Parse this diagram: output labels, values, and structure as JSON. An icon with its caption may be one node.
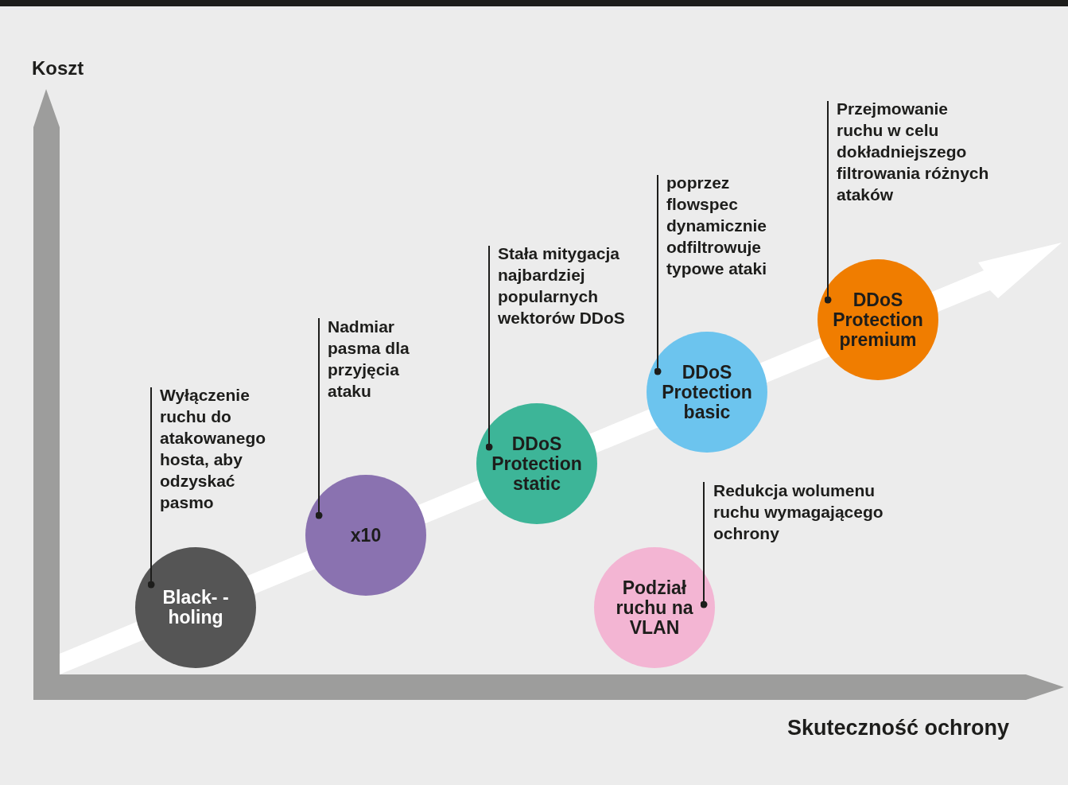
{
  "diagram": {
    "nodes": [
      {
        "text": [
          "Wyłączenie ruchu do atakowanego hosta, aby odzyskać pasmo"
        ]
      },
      {
        "text": [
          "Black- -holing"
        ]
      },
      {
        "text": [
          "Nadmiar pasma dla przyjęcia ataku"
        ]
      },
      {
        "text": [
          "x10"
        ]
      },
      {
        "text": [
          "Stała mitygacja najbardziej popularnych wektorów DDoS"
        ]
      },
      {
        "text": [
          "DDoS Protection static"
        ]
      },
      {
        "text": [
          "poprzez flowspec dynamicznie odfiltrowuje typowe ataki"
        ]
      },
      {
        "text": [
          "DDoS Protection basic"
        ]
      },
      {
        "text": [
          "Redukcja wolumenu ruchu wymagającego ochrony"
        ]
      },
      {
        "text": [
          "Podział ruchu na VLAN"
        ]
      },
      {
        "text": [
          "Przejmowanie ruchu w celu dokładniejszego filtrowania różnych ataków"
        ]
      },
      {
        "text": [
          "DDoS Protection premium"
        ]
      }
    ],
    "edges": [
      {
        "from": 0,
        "to": 1,
        "arrow": "other"
      },
      {
        "from": 2,
        "to": 3,
        "arrow": "other"
      },
      {
        "from": 4,
        "to": 5,
        "arrow": "other"
      },
      {
        "from": 6,
        "to": 7,
        "arrow": "other"
      },
      {
        "from": 8,
        "to": 9,
        "arrow": "other"
      },
      {
        "from": 10,
        "to": 11,
        "arrow": "other"
      }
    ],
    "labels": [
      "Koszt",
      "Skuteczność ochrony"
    ]
  }
}
